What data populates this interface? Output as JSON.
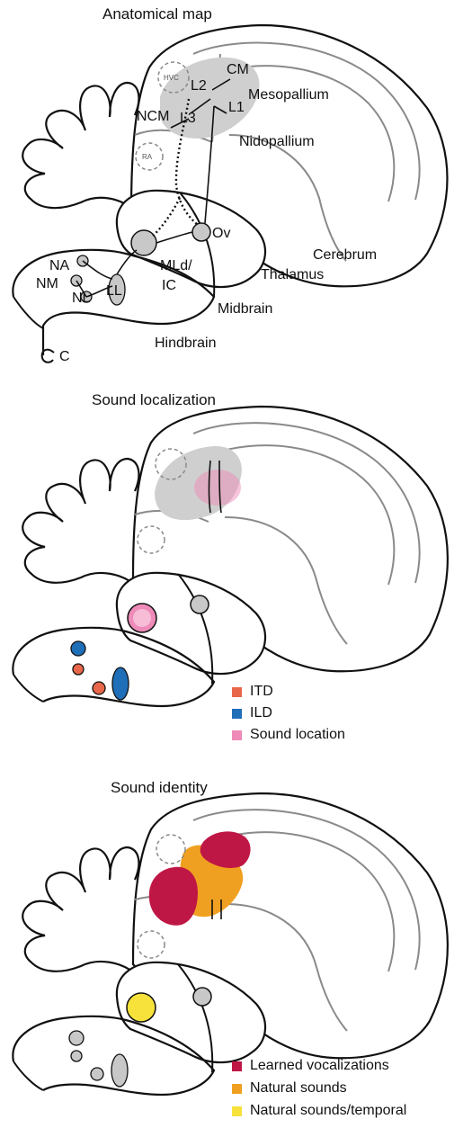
{
  "panels": [
    {
      "title": "Anatomical map",
      "labels": {
        "hvc": "HVC",
        "ra": "RA",
        "l2": "L2",
        "cm": "CM",
        "mesopallium": "Mesopallium",
        "l1": "L1",
        "ncm": "NCM",
        "l3": "L3",
        "nidopallium": "Nidopallium",
        "ov": "Ov",
        "cerebrum": "Cerebrum",
        "thalamus": "Thalamus",
        "na": "NA",
        "nm": "NM",
        "nl": "NL",
        "ll": "LL",
        "mld": "MLd/",
        "ic": "IC",
        "midbrain": "Midbrain",
        "hindbrain": "Hindbrain",
        "c": "C"
      }
    },
    {
      "title": "Sound localization",
      "legend": [
        {
          "label": "ITD",
          "color": "#e8674a"
        },
        {
          "label": "ILD",
          "color": "#1f6eb8"
        },
        {
          "label": "Sound location",
          "color": "#ee8bb8"
        }
      ]
    },
    {
      "title": "Sound identity",
      "legend": [
        {
          "label": "Learned vocalizations",
          "color": "#bf1745"
        },
        {
          "label": "Natural sounds",
          "color": "#f0a020"
        },
        {
          "label": "Natural sounds/temporal",
          "color": "#f6e23a"
        }
      ]
    }
  ],
  "colors": {
    "outline": "#111111",
    "gray_line": "#8a8a8a",
    "auditory_fill": "#cfcfcf",
    "nucleus_fill": "#c8c8c8"
  }
}
